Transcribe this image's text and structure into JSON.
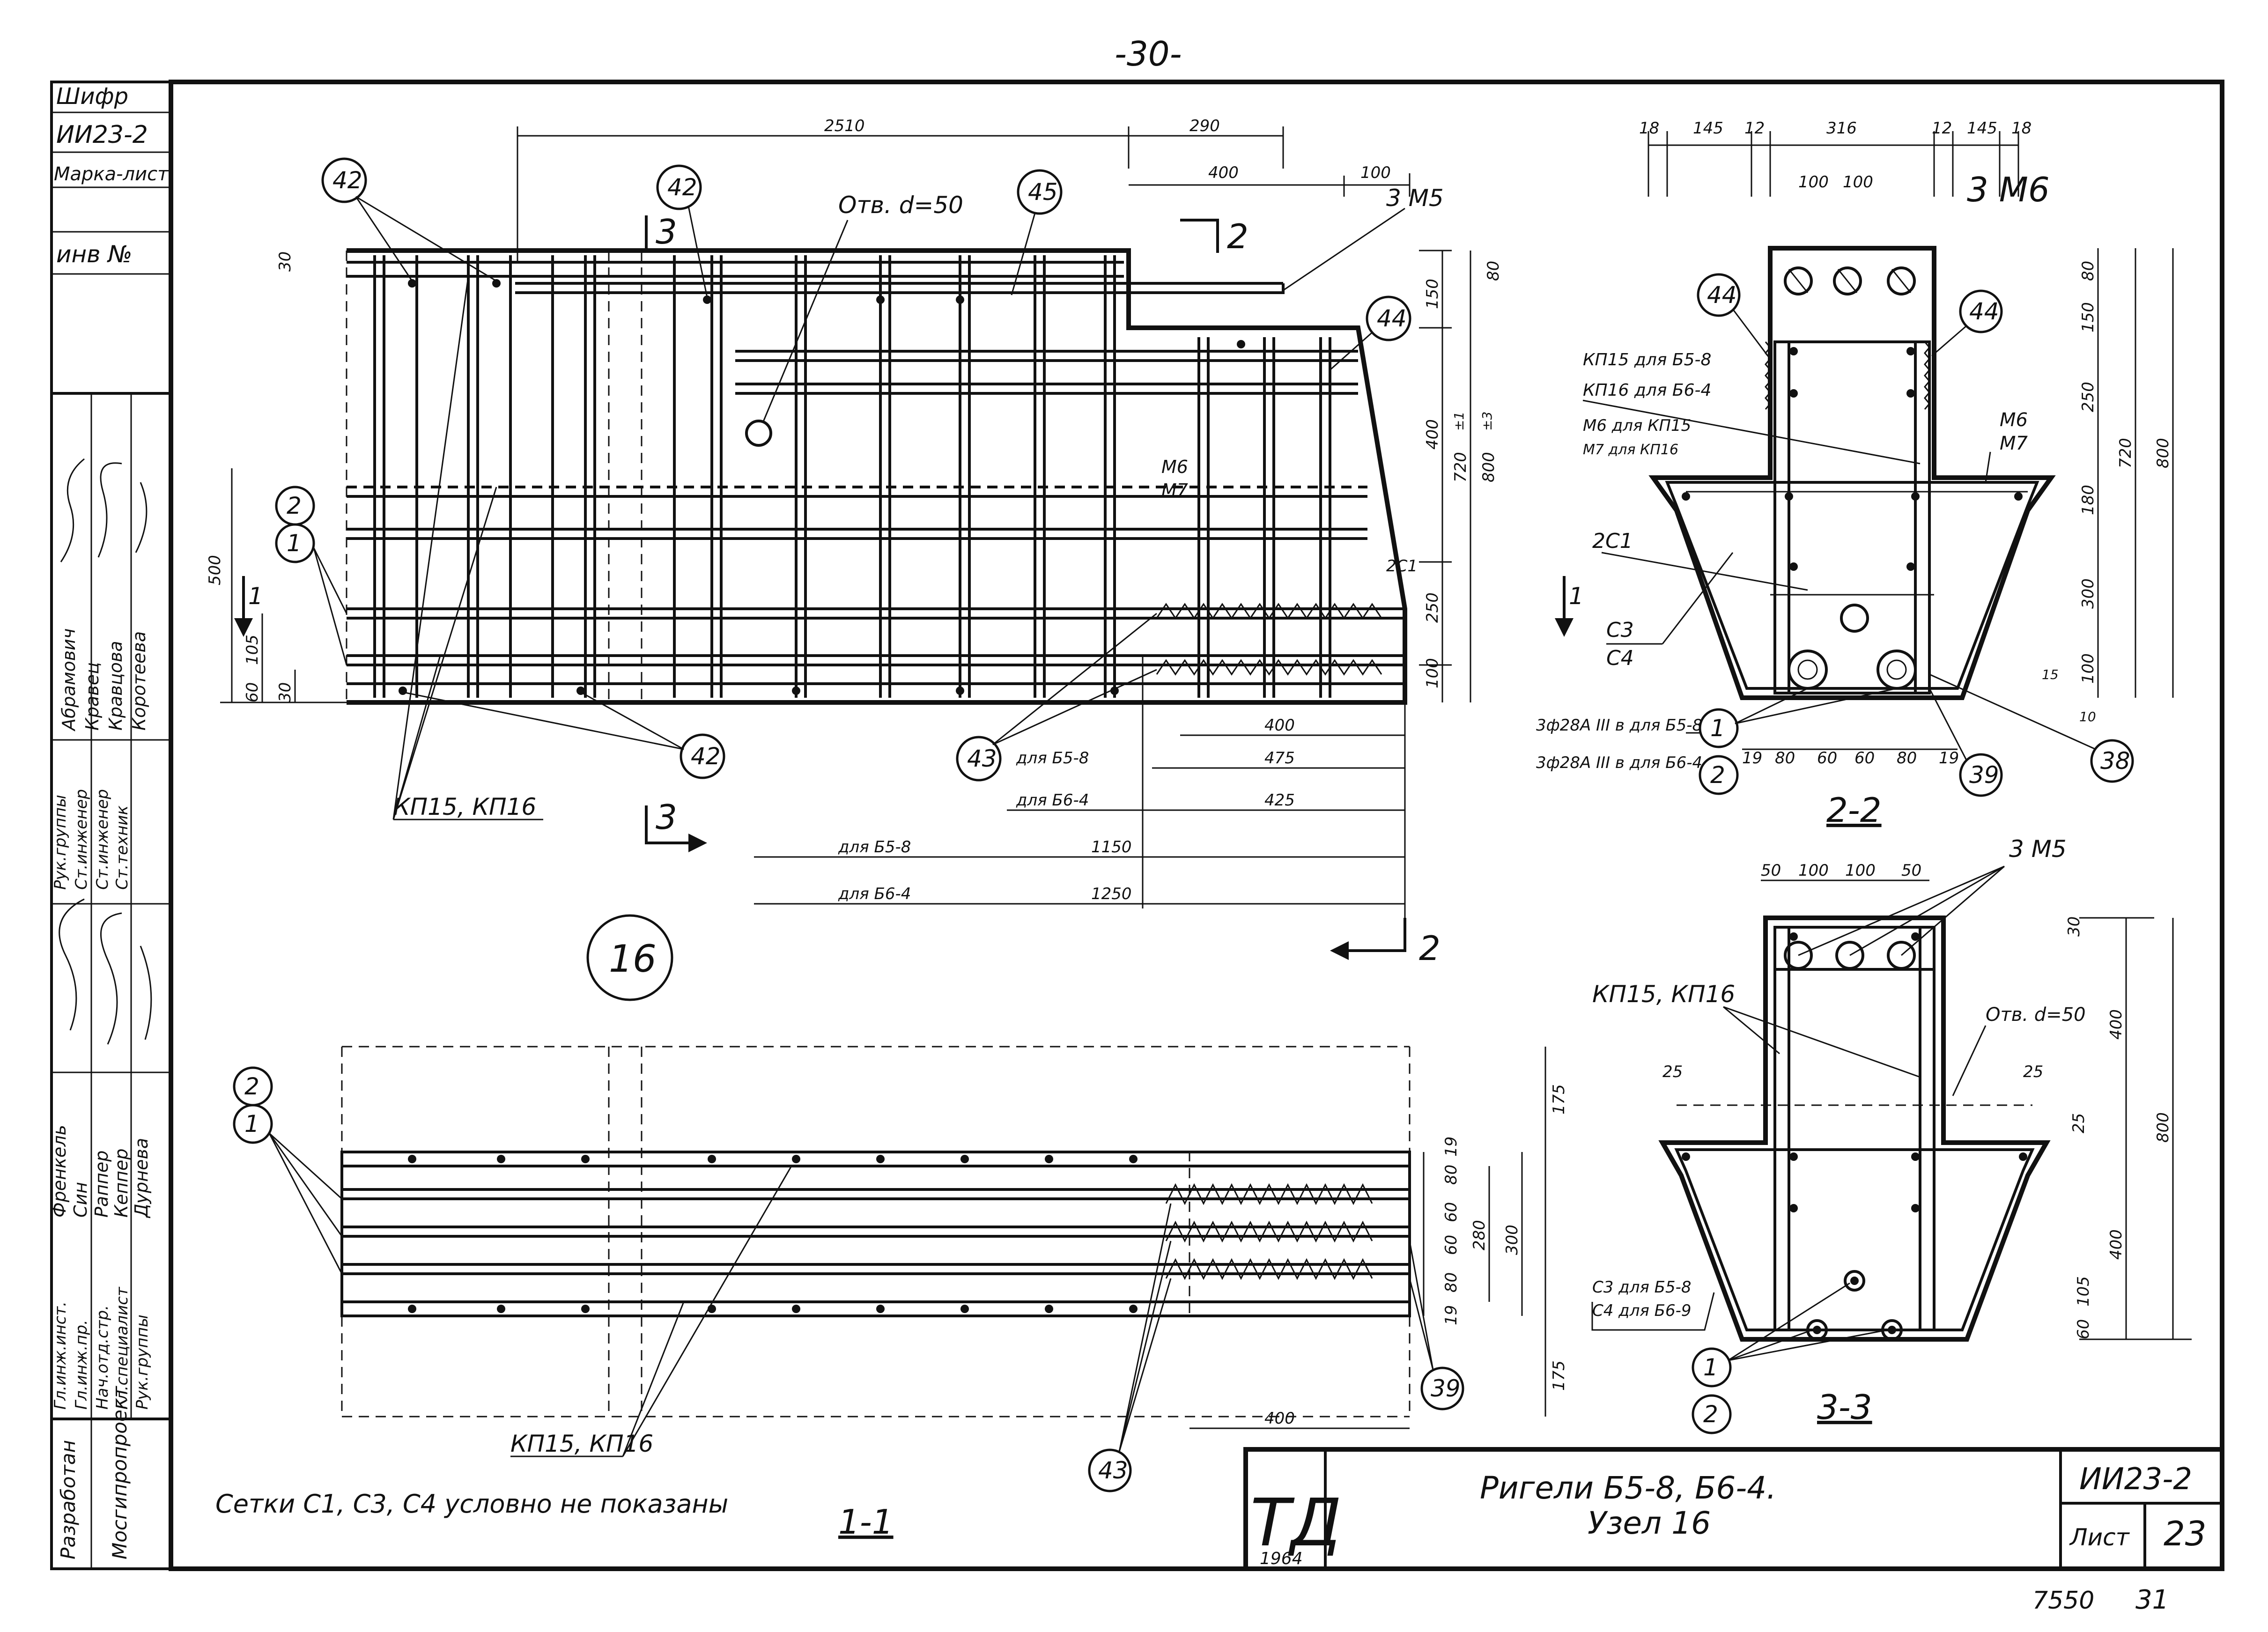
{
  "page_number": "-30-",
  "stamp": {
    "cipher_label": "Шифр",
    "cipher_value": "ИИ23-2",
    "mark_sheet_label": "Марка-лист",
    "inv_label": "инв №",
    "roles": [
      "Гл.инж.инст.",
      "Гл.инж.пр.",
      "Нач.отд.стр.",
      "Гл.специалист",
      "Рук.группы",
      "Рук.группы",
      "Ст.инженер",
      "Ст.инженер",
      "Ст.техник"
    ],
    "names": [
      "Френкель",
      "Син",
      "Раппер",
      "Кеппер",
      "Дурнева",
      "Абрамович",
      "Кравец",
      "Кравцова",
      "Коротеева"
    ],
    "developer_label": "Разработан",
    "org_label": "Мосгипропроект"
  },
  "callouts": [
    "42",
    "42",
    "42",
    "45",
    "44",
    "44",
    "44",
    "2",
    "1",
    "2",
    "1",
    "43",
    "43",
    "1",
    "2",
    "39",
    "38",
    "39",
    "1",
    "2",
    "16"
  ],
  "section_markers": [
    "1",
    "1",
    "2",
    "2",
    "3",
    "3"
  ],
  "labels": {
    "hole_top": "Отв. d=50",
    "hole_33": "Отв. d=50",
    "bar_3m5_main": "3 М5",
    "bar_3m6": "3 М6",
    "bar_3m5_33": "3 М5",
    "m6_m7": "М6\nМ7",
    "m6": "М6",
    "m7": "М7",
    "kp15_b58": "КП15 для Б5-8",
    "kp16_b64": "КП16 для Б6-4",
    "m6_kp15": "М6 для КП15",
    "m7_kp16": "М7 для КП16",
    "s1": "2С1",
    "s1_main": "2С1",
    "c3": "С3",
    "c4": "С4",
    "rebar_b58": "3ф28А ΙΙΙ в для Б5-8",
    "rebar_b64": "3ф28А ΙΙΙ в для Б6-4",
    "kp15_kp16_main": "КП15, КП16",
    "kp15_kp16_33": "КП15, КП16",
    "kp15_kp16_11": "КП15, КП16",
    "c3_b58": "С3 для Б5-8",
    "c4_b69": "С4 для Б6-9",
    "for_b58": "для Б5-8",
    "for_b64": "для Б6-4",
    "for_b58_2": "для Б5-8",
    "for_b64_2": "для Б6-4",
    "note": "Сетки С1, С3, С4 условно не показаны",
    "section_11": "1-1",
    "section_22": "2-2",
    "section_33": "3-3"
  },
  "dimensions": {
    "d2510": "2510",
    "d290": "290",
    "d400": "400",
    "d100": "100",
    "d30": "30",
    "d500": "500",
    "d105": "105",
    "d60": "60",
    "d30b": "30",
    "d80": "80",
    "d150": "150",
    "d400v": "400",
    "d720": "720",
    "d800": "800",
    "d250": "250",
    "d100v": "100",
    "pm1": "±1",
    "pm3": "±3",
    "d400h": "400",
    "d475": "475",
    "d425": "425",
    "d1150": "1150",
    "d1250": "1250",
    "t18a": "18",
    "t145a": "145",
    "t12a": "12",
    "t316": "316",
    "t12b": "12",
    "t145b": "145",
    "t18b": "18",
    "t100a": "100",
    "t100b": "100",
    "r80": "80",
    "r150": "150",
    "r250": "250",
    "r720": "720",
    "r800": "800",
    "r180": "180",
    "r300": "300",
    "r100": "100",
    "r15": "15",
    "r10": "10",
    "b19a": "19",
    "b80a": "80",
    "b60a": "60",
    "b60b": "60",
    "b80b": "80",
    "b19b": "19",
    "s50a": "50",
    "s100a": "100",
    "s100b": "100",
    "s50b": "50",
    "s30": "30",
    "s25a": "25",
    "s25b": "25",
    "s25c": "25",
    "s400a": "400",
    "s800": "800",
    "s400b": "400",
    "s105": "105",
    "s60": "60",
    "p175a": "175",
    "p19a": "19",
    "p80a": "80",
    "p60a": "60",
    "p60b": "60",
    "p80b": "80",
    "p19b": "19",
    "p280": "280",
    "p300": "300",
    "p175b": "175",
    "p400": "400"
  },
  "title_block": {
    "logo": "ТД",
    "year": "1964",
    "title_line1": "Ригели Б5-8, Б6-4.",
    "title_line2": "Узел 16",
    "series": "ИИ23-2",
    "sheet_label": "Лист",
    "sheet_number": "23"
  },
  "footer": {
    "order_number": "7550",
    "page_index": "31"
  }
}
